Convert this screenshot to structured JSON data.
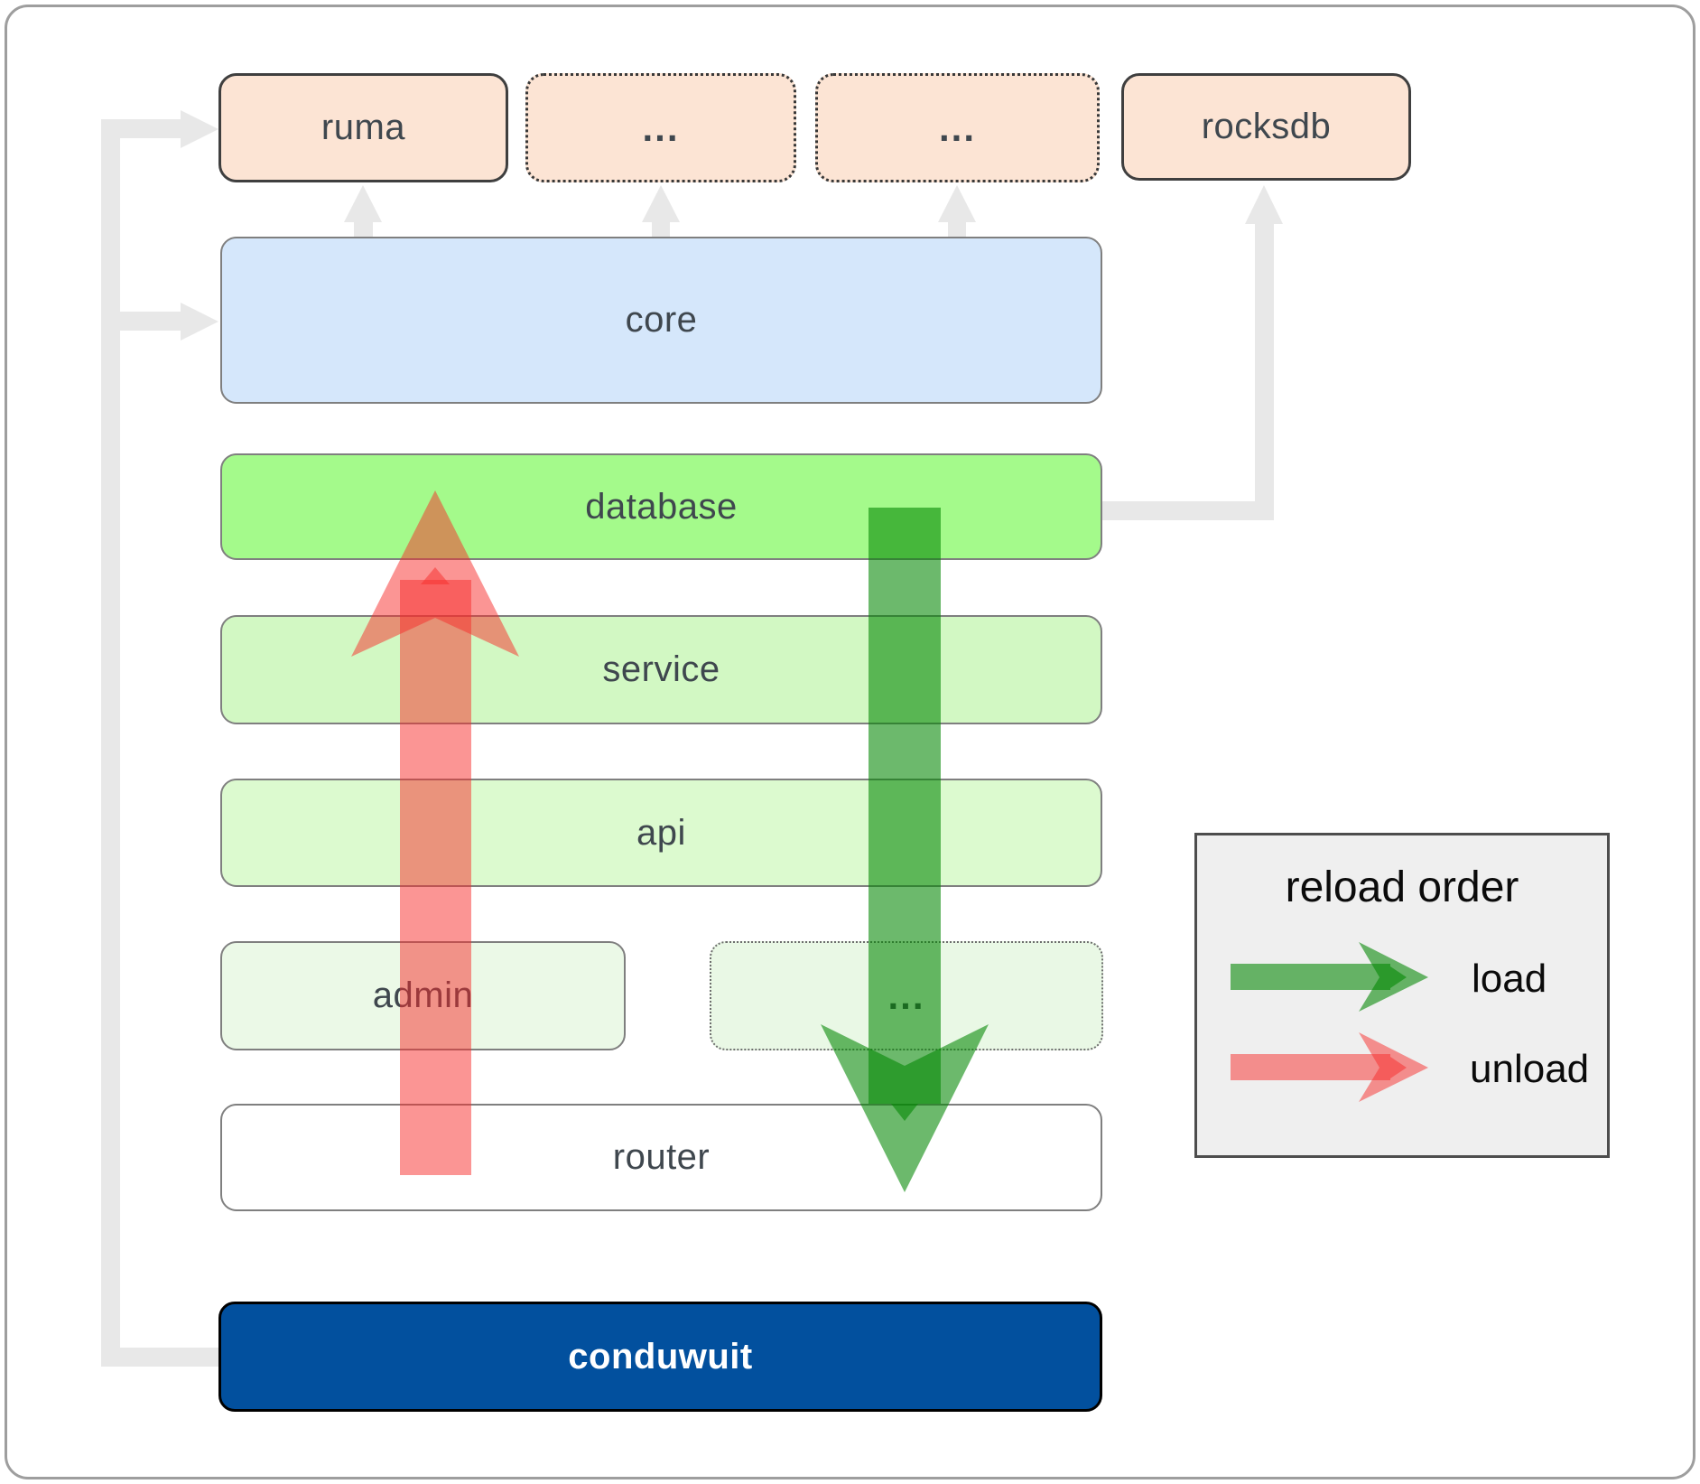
{
  "nodes": {
    "ruma": {
      "label": "ruma",
      "fill": "#fce4d4"
    },
    "dots_top_1": {
      "label": "...",
      "fill": "#fce4d4"
    },
    "dots_top_2": {
      "label": "...",
      "fill": "#fce4d4"
    },
    "rocksdb": {
      "label": "rocksdb",
      "fill": "#fce4d4"
    },
    "core": {
      "label": "core",
      "fill": "#d5e7fb"
    },
    "database": {
      "label": "database",
      "fill": "#a4fa8b"
    },
    "service": {
      "label": "service",
      "fill": "#d2f8c3"
    },
    "api": {
      "label": "api",
      "fill": "#dcfacf"
    },
    "admin": {
      "label": "admin",
      "fill": "#ebf9e7"
    },
    "dots_admin_row": {
      "label": "...",
      "fill": "#e9f8e5"
    },
    "router": {
      "label": "router",
      "fill": "#ffffff"
    },
    "conduwuit": {
      "label": "conduwuit",
      "fill": "#02509e"
    }
  },
  "legend": {
    "title": "reload order",
    "fill": "#efefef",
    "items": [
      {
        "label": "load",
        "color": "#2e9232"
      },
      {
        "label": "unload",
        "color": "#f55f60"
      }
    ]
  },
  "colors": {
    "connector_gray": "#e8e8e8",
    "load_fill": "rgba(2,135,2,0.58)",
    "unload_fill": "rgba(247,43,41,0.5)",
    "label_text": "#3f474e",
    "conduwuit_text": "#ffffff"
  }
}
